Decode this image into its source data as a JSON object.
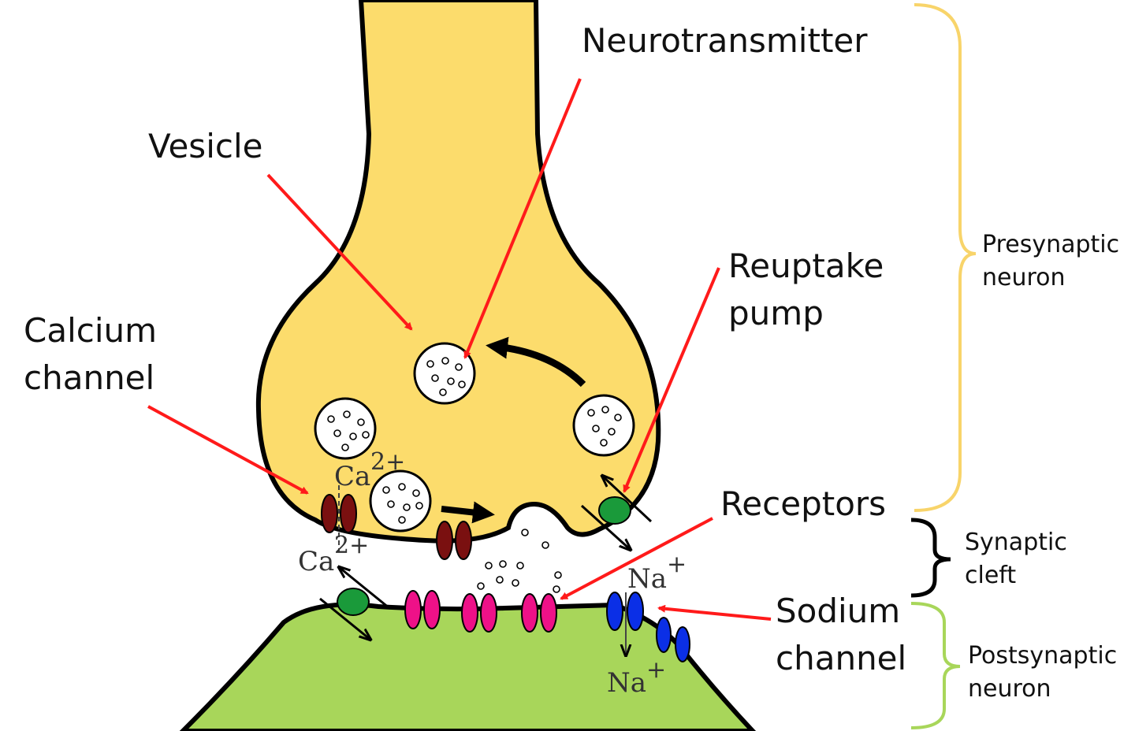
{
  "labels": {
    "neurotransmitter": "Neurotransmitter",
    "vesicle": "Vesicle",
    "reuptake_pump_line1": "Reuptake",
    "reuptake_pump_line2": "pump",
    "calcium_channel_line1": "Calcium",
    "calcium_channel_line2": "channel",
    "receptors": "Receptors",
    "sodium_channel_line1": "Sodium",
    "sodium_channel_line2": "channel"
  },
  "brackets": {
    "presynaptic_line1": "Presynaptic",
    "presynaptic_line2": "neuron",
    "synaptic_cleft_line1": "Synaptic",
    "synaptic_cleft_line2": "cleft",
    "postsynaptic_line1": "Postsynaptic",
    "postsynaptic_line2": "neuron"
  },
  "ions": {
    "calcium_symbol": "Ca",
    "calcium_charge": "2+",
    "sodium_symbol": "Na",
    "sodium_charge": "+"
  },
  "colors": {
    "presynaptic_fill": "#fcdc6c",
    "postsynaptic_fill": "#a8d65a",
    "arrow_red": "#ff1a1a",
    "calcium_channel": "#7a1010",
    "receptor": "#ee1188",
    "sodium_channel": "#0b2fe6",
    "reuptake_pump": "#1a9a3a",
    "presynaptic_bracket": "#f8d46a",
    "postsynaptic_bracket": "#a8d65a",
    "cleft_bracket": "#000000"
  }
}
